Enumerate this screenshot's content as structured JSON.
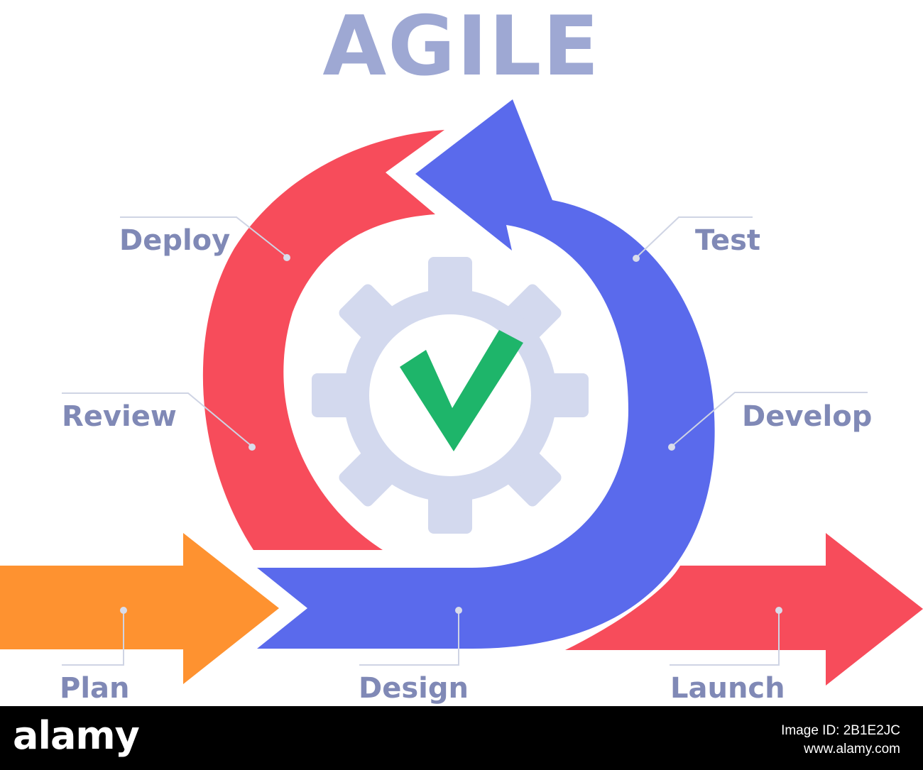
{
  "title": "AGILE",
  "labels": {
    "deploy": "Deploy",
    "test": "Test",
    "review": "Review",
    "develop": "Develop",
    "plan": "Plan",
    "design": "Design",
    "launch": "Launch"
  },
  "colors": {
    "red": "#f74c5b",
    "blue": "#5a6aec",
    "orange": "#fe9230",
    "gear": "#d3d9ee",
    "check": "#1eb56a",
    "label": "#8089b6",
    "title": "#9ea8d3"
  },
  "footer": {
    "logo": "alamy",
    "image_id": "Image ID: 2B1E2JC",
    "site": "www.alamy.com"
  }
}
